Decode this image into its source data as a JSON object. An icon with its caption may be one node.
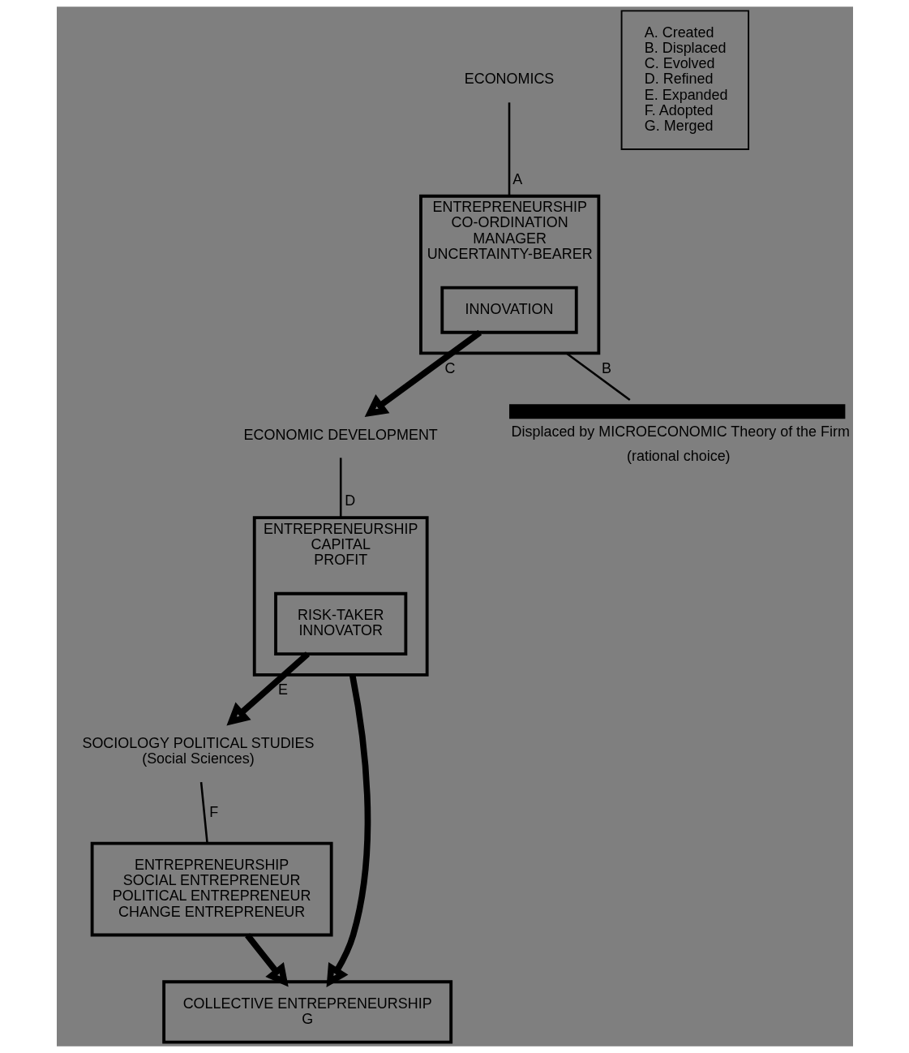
{
  "diagram": {
    "nodes": [
      {
        "text": [
          "ECONOMICS"
        ]
      },
      {
        "text": [
          "ENTREPRENEURSHIP",
          "CO-ORDINATION",
          "MANAGER",
          "UNCERTAINTY-BEARER"
        ]
      },
      {
        "text": [
          "INNOVATION"
        ],
        "in": 1
      },
      {
        "text": [
          "ECONOMIC DEVELOPMENT"
        ]
      },
      {
        "text": [],
        "shape": "bar",
        "beside": [
          "Displaced by MICROECONOMIC Theory of the Firm",
          "(rational choice)"
        ]
      },
      {
        "text": [
          "ENTREPRENEURSHIP",
          "CAPITAL",
          "PROFIT"
        ]
      },
      {
        "text": [
          "RISK-TAKER",
          "INNOVATOR"
        ],
        "in": 5
      },
      {
        "text": [
          "SOCIOLOGY POLITICAL STUDIES",
          "(Social Sciences)"
        ]
      },
      {
        "text": [
          "COLLECTIVE ENTREPRENEURSHIP",
          "G"
        ]
      },
      {
        "text": [
          "ENTREPRENEURSHIP",
          "SOCIAL ENTREPRENEUR",
          "POLITICAL ENTREPRENEUR",
          "CHANGE ENTREPRENEUR"
        ]
      },
      {
        "text": [
          "A. Created",
          "B. Displaced",
          "C. Evolved",
          "D. Refined",
          "E. Expanded",
          "F. Adopted",
          "G. Merged"
        ]
      }
    ],
    "edges": [
      {
        "from": 0,
        "to": 1,
        "arrow": "none",
        "label": "A"
      },
      {
        "from": 1,
        "to": 4,
        "arrow": "none",
        "label": "B"
      },
      {
        "from": 2,
        "to": 3,
        "arrow": "to",
        "label": "C",
        "style": "thick"
      },
      {
        "from": 3,
        "to": 5,
        "arrow": "none",
        "label": "D"
      },
      {
        "from": 6,
        "to": 7,
        "arrow": "to",
        "label": "E",
        "style": "thick"
      },
      {
        "from": 7,
        "to": 9,
        "arrow": "none",
        "label": "F"
      },
      {
        "from": 5,
        "to": 8,
        "arrow": "to",
        "style": "thick"
      },
      {
        "from": 9,
        "to": 8,
        "arrow": "to",
        "style": "thick"
      }
    ]
  }
}
